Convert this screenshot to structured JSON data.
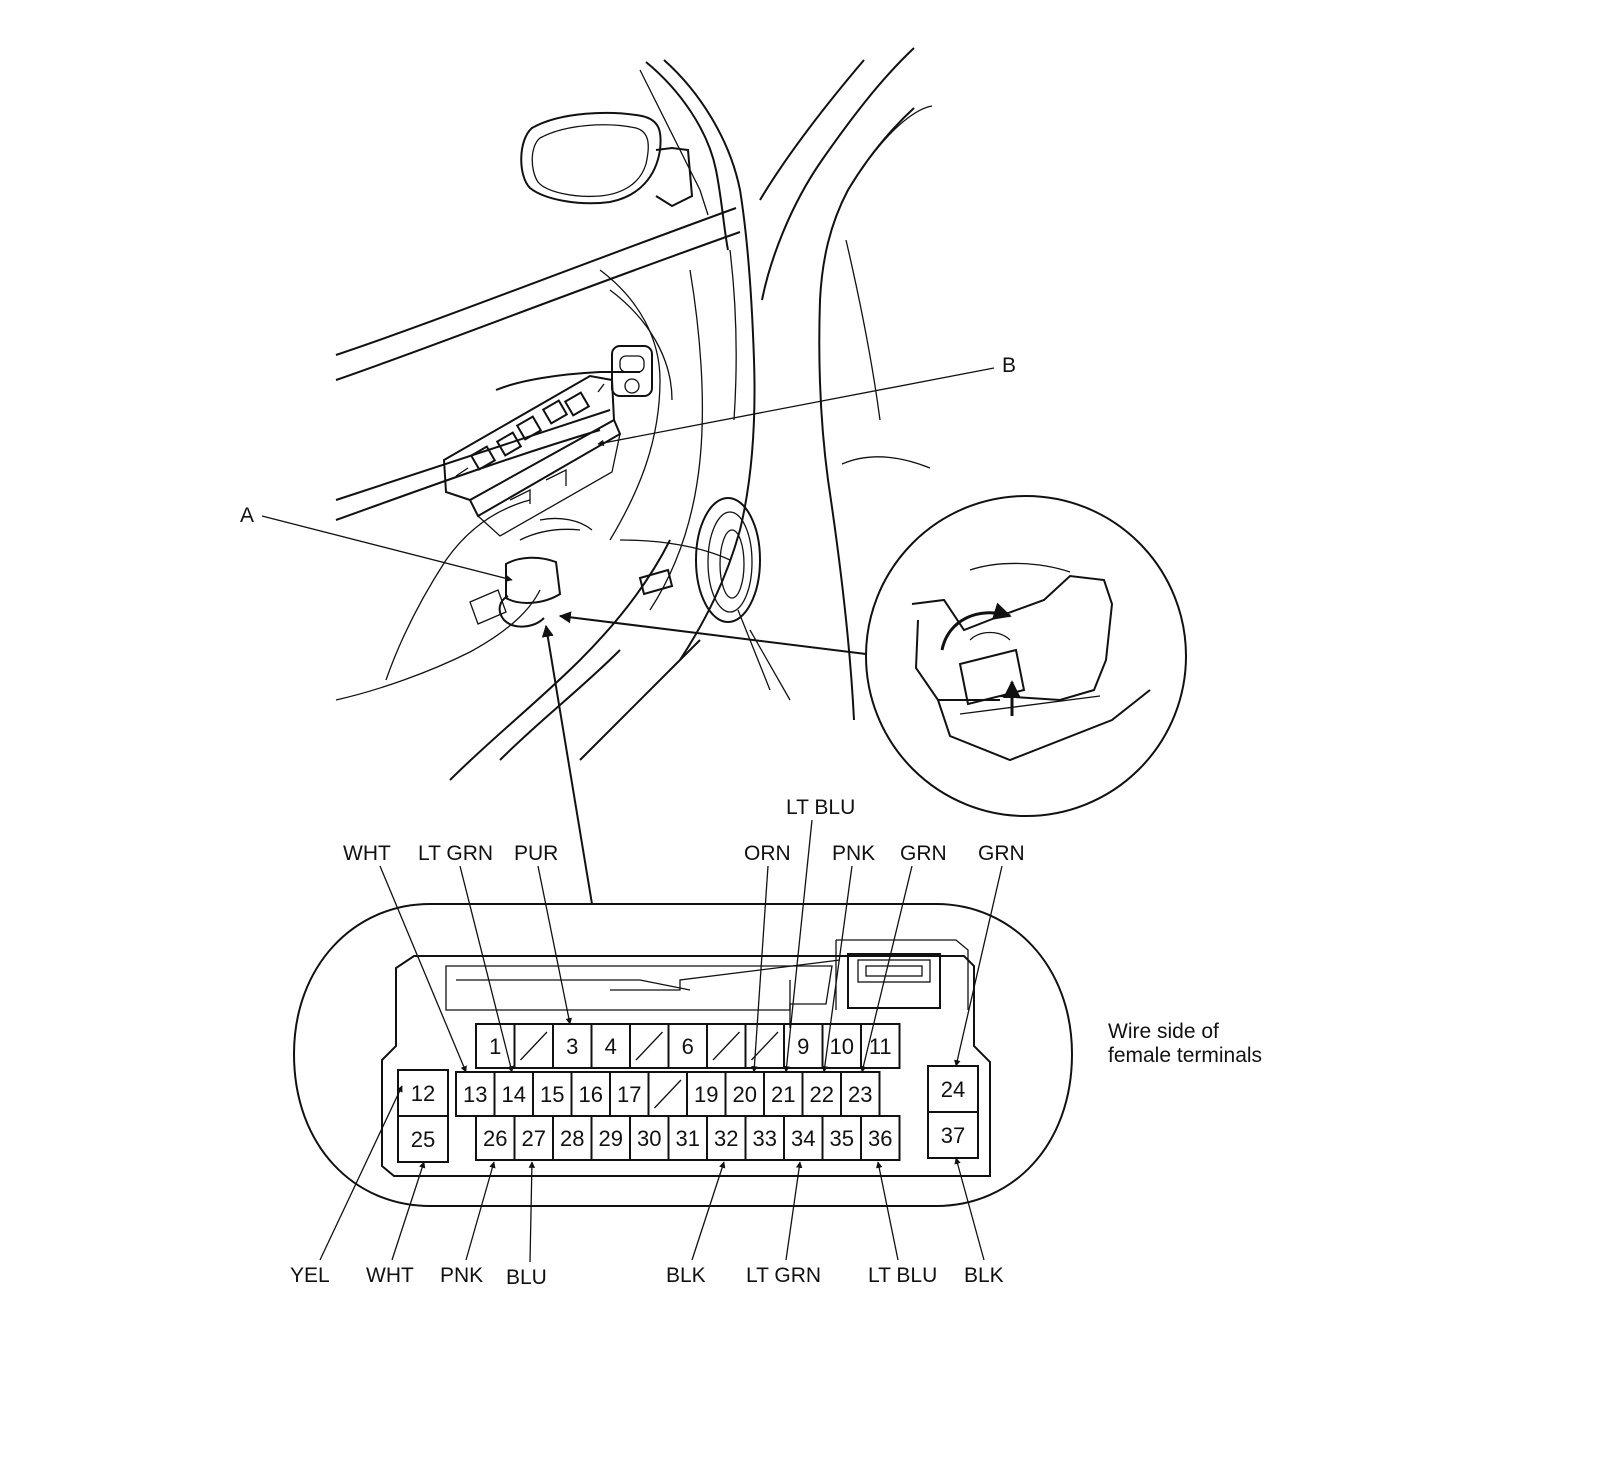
{
  "callouts": {
    "a": "A",
    "b": "B"
  },
  "connector_note": [
    "Wire side of",
    "female terminals"
  ],
  "terminals": {
    "row1": [
      "1",
      "",
      "3",
      "4",
      "",
      "6",
      "",
      "",
      "9",
      "10",
      "11"
    ],
    "row2_left": "12",
    "row2": [
      "13",
      "14",
      "15",
      "16",
      "17",
      "",
      "19",
      "20",
      "21",
      "22",
      "23"
    ],
    "row2_right": "24",
    "row3_left": "25",
    "row3": [
      "26",
      "27",
      "28",
      "29",
      "30",
      "31",
      "32",
      "33",
      "34",
      "35",
      "36"
    ],
    "row3_right": "37"
  },
  "wire_colors_top": {
    "t13": "WHT",
    "t14": "LT GRN",
    "t3": "PUR",
    "t21": "LT BLU",
    "t20": "ORN",
    "t22": "PNK",
    "t23": "GRN",
    "t24": "GRN"
  },
  "wire_colors_bottom": {
    "t12": "YEL",
    "t25": "WHT",
    "t26": "PNK",
    "t27": "BLU",
    "t32": "BLK",
    "t34": "LT GRN",
    "t36": "LT BLU",
    "t37": "BLK"
  }
}
